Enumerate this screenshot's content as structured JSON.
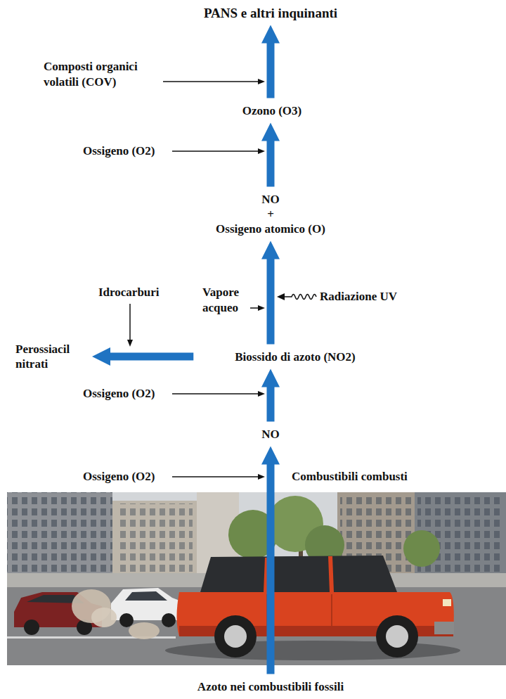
{
  "diagram": {
    "nodes": [
      {
        "text": [
          "PANS e altri inquinanti"
        ]
      },
      {
        "text": [
          "Ozono (O3)"
        ]
      },
      {
        "text": [
          "NO",
          "+",
          "Ossigeno atomico (O)"
        ]
      },
      {
        "text": [
          "Perossiacil nitrati"
        ]
      },
      {
        "text": [
          "Biossido di azoto (NO2)"
        ]
      },
      {
        "text": [
          "NO"
        ]
      },
      {
        "text": [
          "Azoto nei combustibili fossili"
        ]
      }
    ],
    "edges": [
      {
        "from": 6,
        "to": 5,
        "arrow": "to"
      },
      {
        "from": 5,
        "to": 4,
        "arrow": "to"
      },
      {
        "from": 4,
        "to": 3,
        "arrow": "to"
      },
      {
        "from": 4,
        "to": 2,
        "arrow": "to"
      },
      {
        "from": 2,
        "to": 1,
        "arrow": "to"
      },
      {
        "from": 1,
        "to": 0,
        "arrow": "to"
      }
    ],
    "labels": [
      "Composti organici volatili (COV)",
      "Ossigeno (O2)",
      "Vapore acqueo",
      "Radiazione UV",
      "Idrocarburi",
      "Ossigeno (O2)",
      "Ossigeno (O2)",
      "Combustibili combusti"
    ]
  }
}
